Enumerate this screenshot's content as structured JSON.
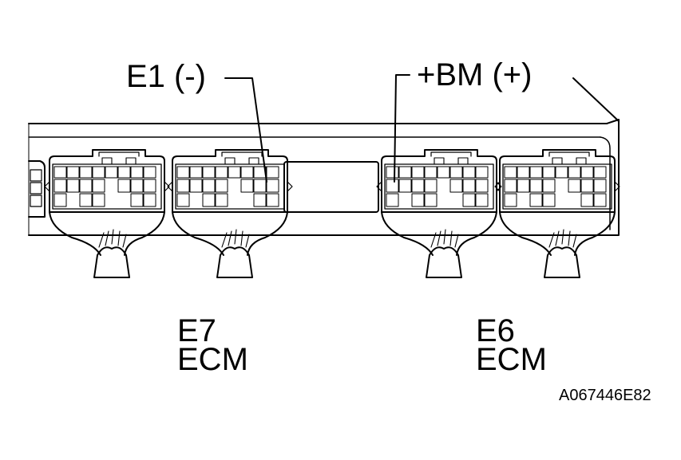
{
  "callouts": {
    "e1_label": "E1 (-)",
    "bm_label": "+BM (+)"
  },
  "connectors": {
    "left": {
      "id": "E7",
      "part": "ECM"
    },
    "right": {
      "id": "E6",
      "part": "ECM"
    }
  },
  "figure_ref": "A067446E82",
  "colors": {
    "ink": "#000000",
    "paper": "#ffffff"
  }
}
